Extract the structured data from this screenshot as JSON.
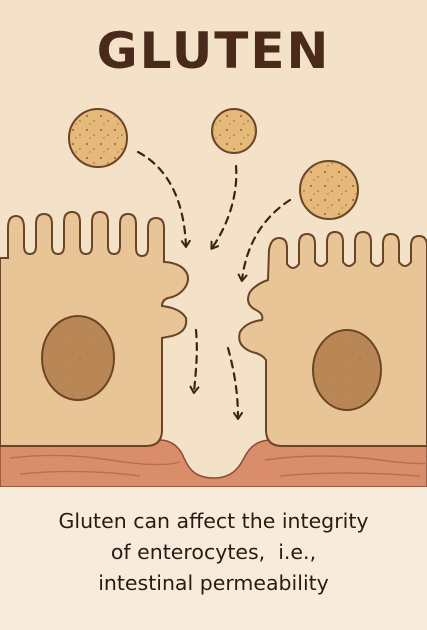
{
  "title": "GLUTEN",
  "caption": {
    "line1": "Gluten can affect the integrity",
    "line2": "of enterocytes,  i.e.,",
    "line3": "intestinal permeability"
  },
  "colors": {
    "background": "#f3e2c7",
    "title": "#4a2a1a",
    "cell_fill": "#e8c596",
    "cell_outline": "#6b4426",
    "nucleus": "#b98655",
    "gluten_particle": "#e4b97a",
    "tissue": "#d98d6b",
    "caption_band": "#f7ecdc",
    "arrow": "#3b2416"
  },
  "icons": {
    "particles": "gluten-particle-icon",
    "arrows": "dashed-arrow-icon"
  }
}
